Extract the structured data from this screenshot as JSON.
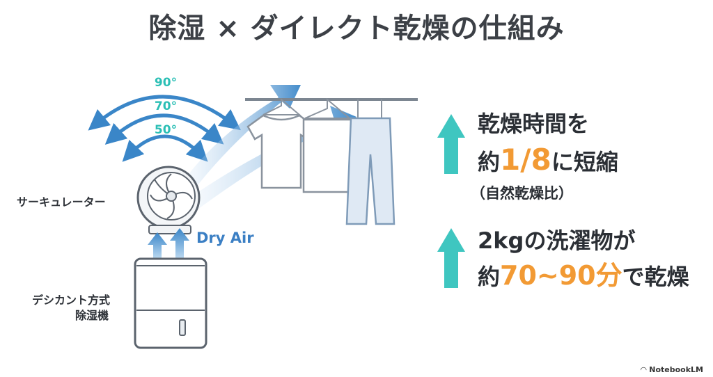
{
  "title": "除湿 × ダイレクト乾燥の仕組み",
  "angles": [
    "90°",
    "70°",
    "50°"
  ],
  "labels": {
    "circulator": "サーキュレーター",
    "dehumidifier_line1": "デシカント方式",
    "dehumidifier_line2": "除湿機",
    "dry_air": "Dry Air"
  },
  "benefit1": {
    "line1": "乾燥時間を",
    "pre": "約",
    "highlight": "1/8",
    "post": "に短縮",
    "note": "（自然乾燥比）"
  },
  "benefit2": {
    "line1": "2kgの洗濯物が",
    "pre": "約",
    "highlight": "70~90分",
    "post": "で乾燥"
  },
  "brand": "NotebookLM",
  "colors": {
    "arrow_blue": "#3a86c8",
    "angle_teal": "#2bbfb5",
    "up_arrow": "#3fc6c0",
    "highlight_orange": "#f29a34",
    "dry_air_blue": "#3b7fc4"
  }
}
